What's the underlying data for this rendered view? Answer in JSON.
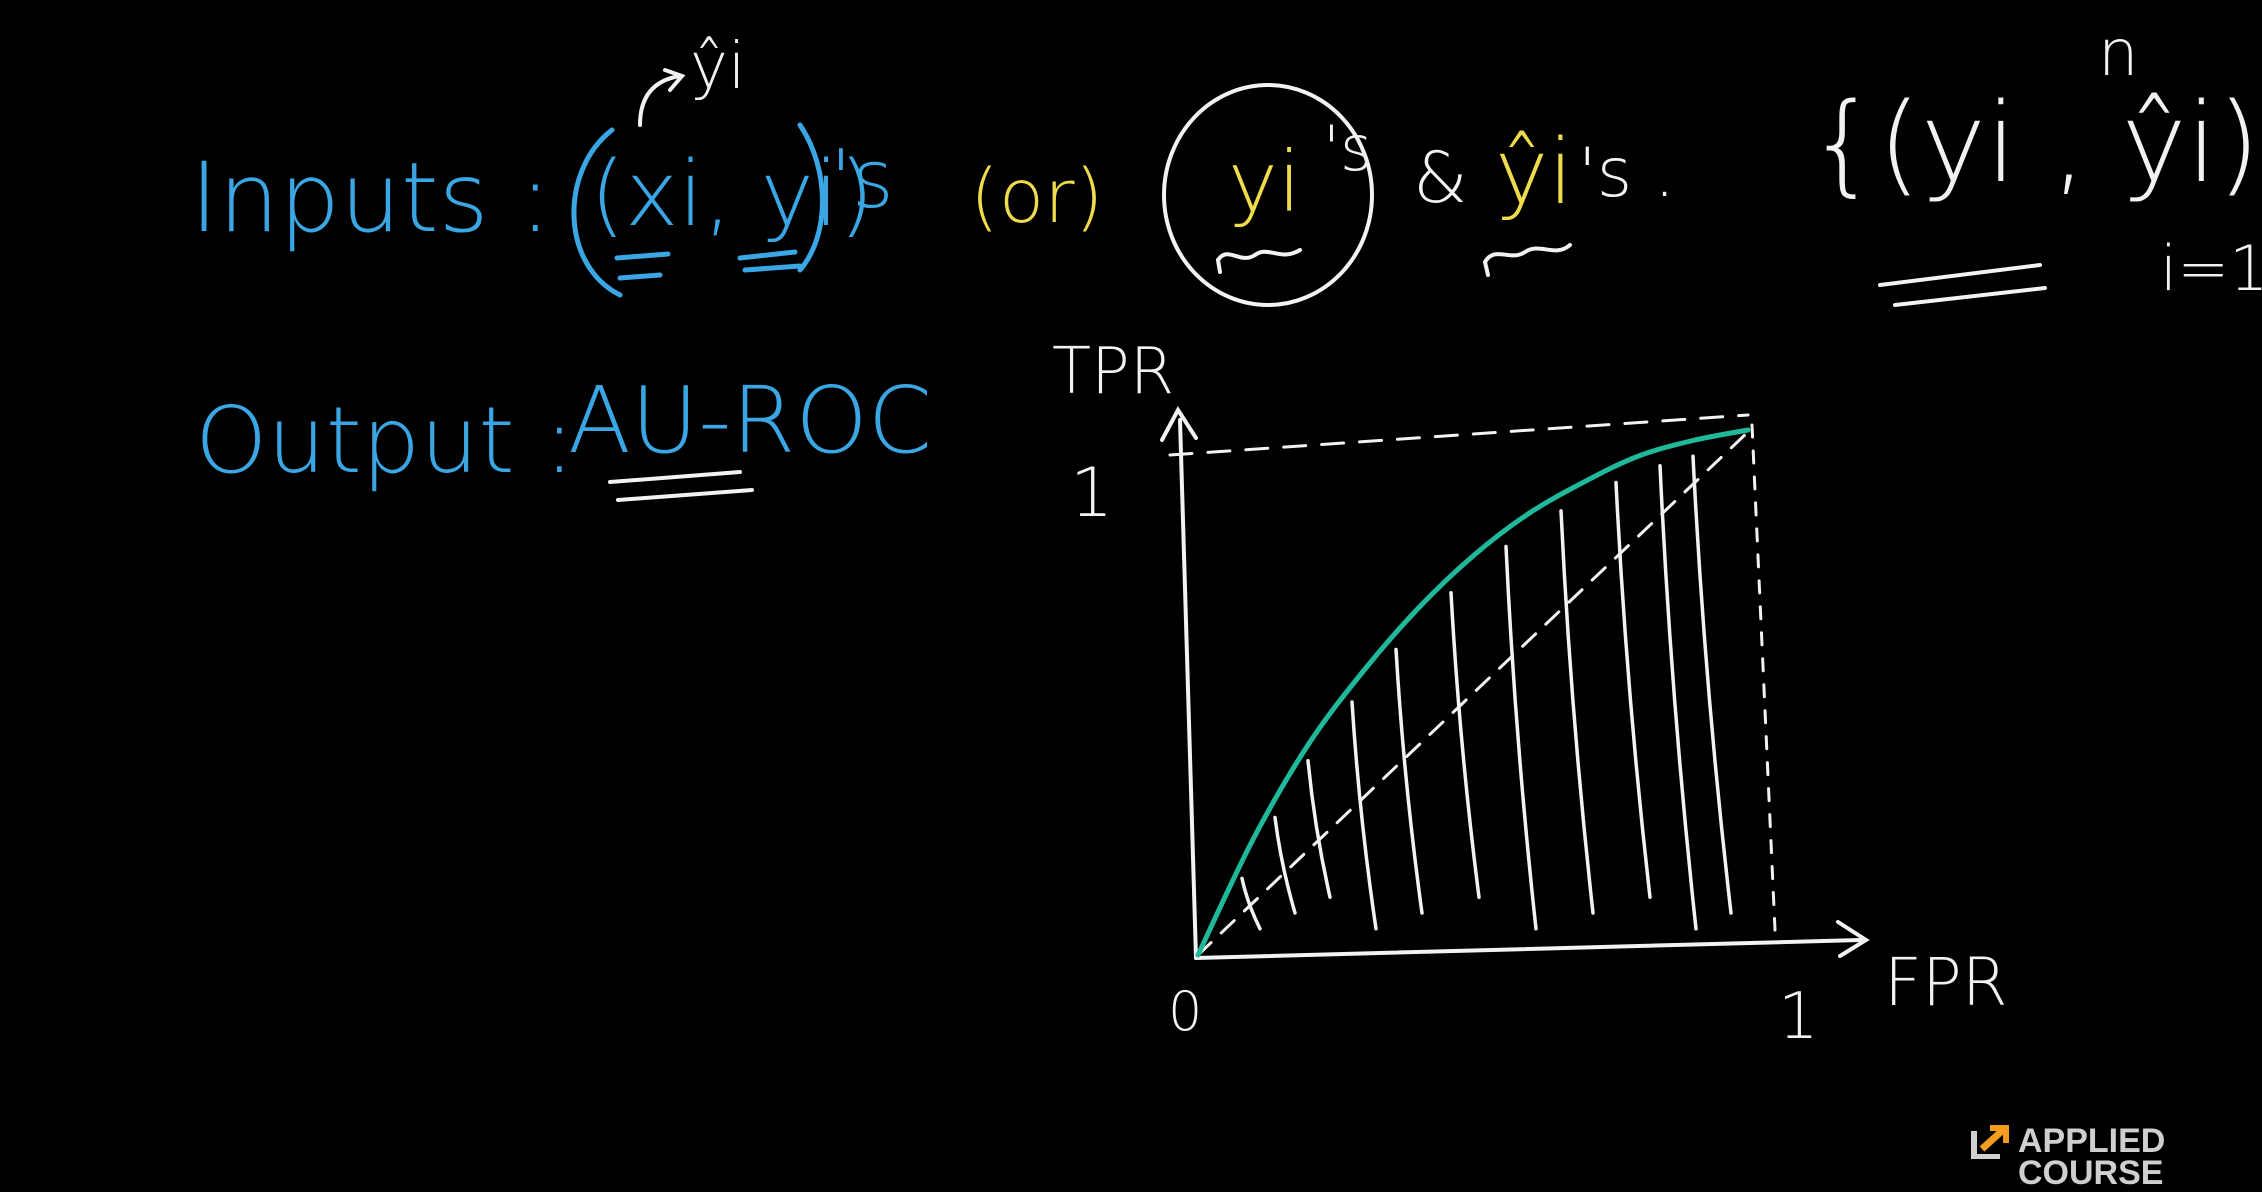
{
  "inputs": {
    "label": "Inputs :",
    "pair": "(xi, yi)",
    "pair_suffix": "'s",
    "yhat_annotation": "ŷi",
    "or_text": "(or)",
    "yi_circled": "yi",
    "yi_suffix": "'s",
    "and_text": "&",
    "yhat": "ŷi",
    "yhat_suffix": "'s .",
    "set": "{(yi , ŷi)}",
    "set_upper": "n",
    "set_lower": "i=1"
  },
  "output": {
    "label": "Output :",
    "value": "AU-ROC"
  },
  "roc_plot": {
    "y_axis_label": "TPR",
    "x_axis_label": "FPR",
    "y_tick": "1",
    "x_tick": "1",
    "origin": "0",
    "curve_points": [
      [
        0,
        0
      ],
      [
        0.1,
        0.22
      ],
      [
        0.2,
        0.4
      ],
      [
        0.3,
        0.54
      ],
      [
        0.4,
        0.66
      ],
      [
        0.5,
        0.76
      ],
      [
        0.6,
        0.84
      ],
      [
        0.7,
        0.9
      ],
      [
        0.8,
        0.95
      ],
      [
        0.9,
        0.98
      ],
      [
        1,
        1
      ]
    ],
    "colors": {
      "curve": "#1fb89a",
      "axes": "#f2f2f2"
    }
  },
  "logo": {
    "line1": "APPLIED",
    "line2": "COURSE",
    "color": "#f39c1e"
  },
  "colors": {
    "background": "#000000",
    "blue_ink": "#3aa6e4",
    "yellow_ink": "#f0dc4a",
    "white_ink": "#f2f2f2"
  }
}
